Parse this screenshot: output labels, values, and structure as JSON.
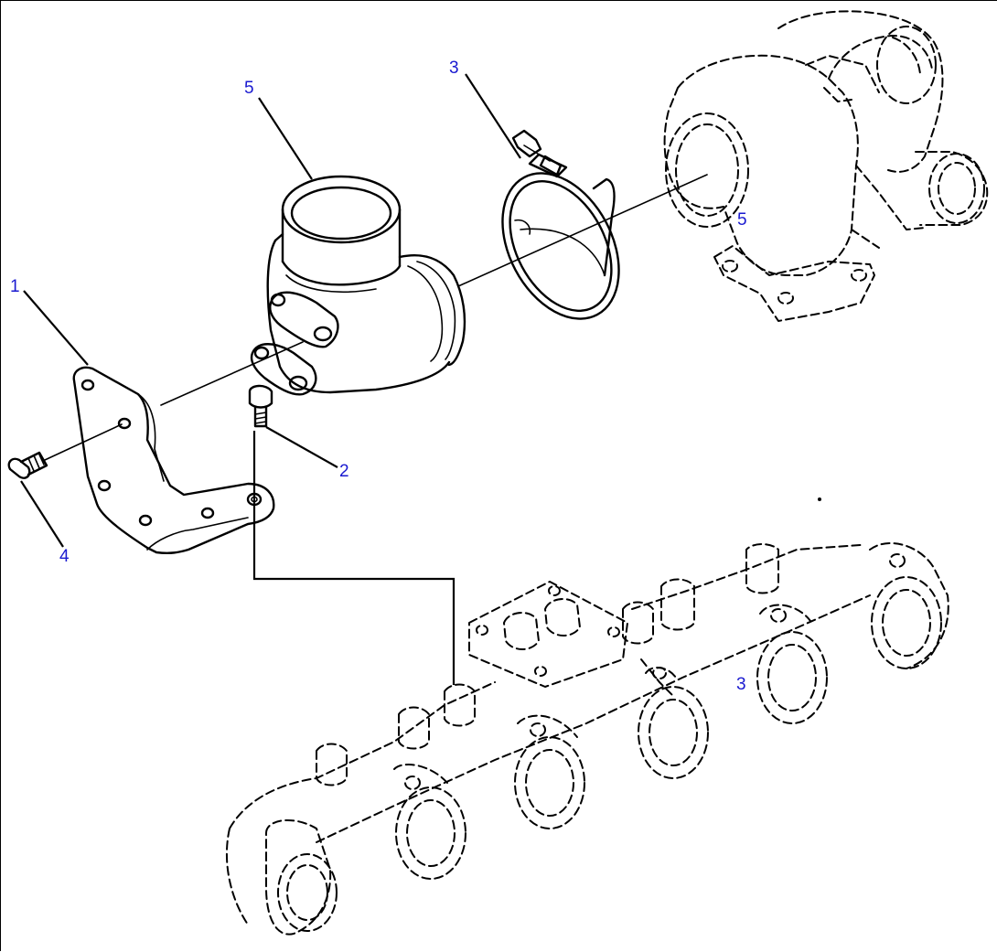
{
  "callouts": {
    "c1": "1",
    "c2": "2",
    "c3a": "3",
    "c3b": "3",
    "c4": "4",
    "c5a": "5",
    "c5b": "5"
  },
  "colors": {
    "line": "#000000",
    "callout_text": "#1a1ad0",
    "background": "#ffffff"
  }
}
